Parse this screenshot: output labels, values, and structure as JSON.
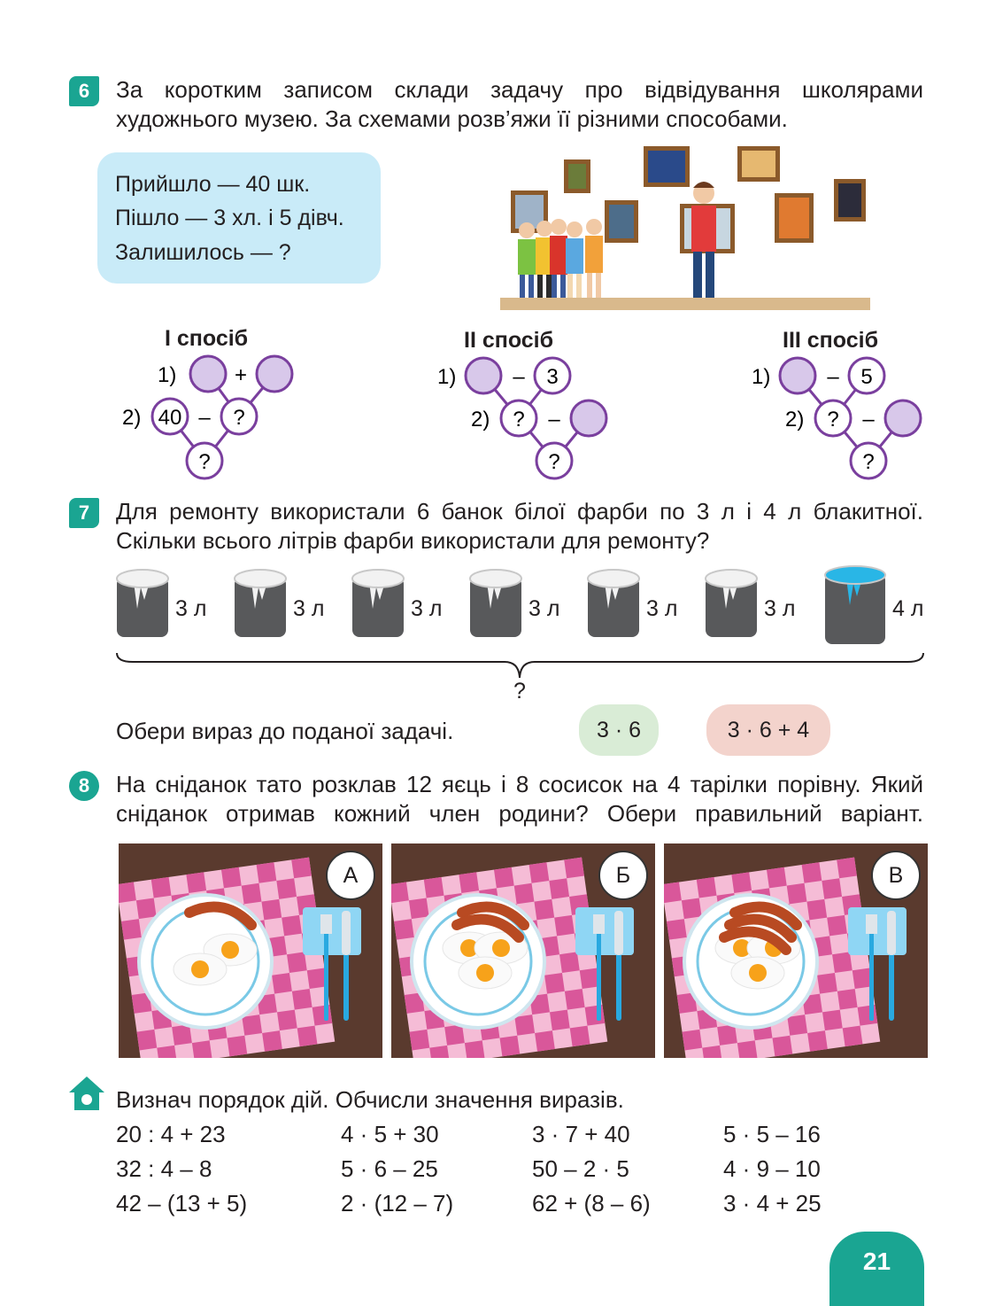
{
  "task6": {
    "number": "6",
    "text_line1": "За коротким записом склади задачу про відвідування школярами",
    "text_line2": "художнього музею. За схемами розв’яжи її різними способами.",
    "note": [
      "Прийшло — 40 шк.",
      "Пішло — 3 хл. і 5 дівч.",
      "Залишилось — ?"
    ],
    "methods": [
      {
        "title": "I спосіб",
        "l1": "1)",
        "op1": "+",
        "l2": "2)",
        "v40": "40",
        "op2": "–",
        "q1": "?",
        "q2": "?"
      },
      {
        "title": "II спосіб",
        "l1": "1)",
        "op1": "–",
        "v": "3",
        "l2": "2)",
        "q1": "?",
        "op2": "–",
        "q2": "?"
      },
      {
        "title": "III спосіб",
        "l1": "1)",
        "op1": "–",
        "v": "5",
        "l2": "2)",
        "q1": "?",
        "op2": "–",
        "q2": "?"
      }
    ]
  },
  "task7": {
    "number": "7",
    "text_line1": "Для ремонту використали 6 банок білої фарби по 3 л і 4 л блакитної.",
    "text_line2": "Скільки всього літрів фарби використали для ремонту?",
    "cans": [
      "3 л",
      "3 л",
      "3 л",
      "3 л",
      "3 л",
      "3 л",
      "4 л"
    ],
    "brace_question": "?",
    "choose_label": "Обери вираз до поданої задачі.",
    "option1": "3 · 6",
    "option2": "3 · 6 + 4"
  },
  "task8": {
    "number": "8",
    "text_line1": "На сніданок тато розклав 12 яєць і 8 сосисок на 4 тарілки порівну. Який",
    "text_line2": "сніданок отримав кожний член родини? Обери правильний варіант.",
    "variants": [
      "А",
      "Б",
      "В"
    ]
  },
  "homework": {
    "title": "Визнач порядок дій. Обчисли значення виразів.",
    "columns": [
      [
        "20 : 4 + 23",
        "32 : 4 – 8",
        "42 – (13 + 5)"
      ],
      [
        "4 · 5 + 30",
        "5 · 6 – 25",
        "2 · (12 – 7)"
      ],
      [
        "3 · 7 + 40",
        "50 – 2 · 5",
        "62 + (8 – 6)"
      ],
      [
        "5 · 5 – 16",
        "4 · 9 – 10",
        "3 · 4 + 25"
      ]
    ]
  },
  "page_number": "21",
  "colors": {
    "accent": "#1aa592",
    "circle_fill": "#d8c8ea",
    "circle_stroke": "#7a3f9e",
    "note_bg": "#c9ebf8",
    "option1_bg": "#d9ecd6",
    "option2_bg": "#f3d3cc"
  }
}
